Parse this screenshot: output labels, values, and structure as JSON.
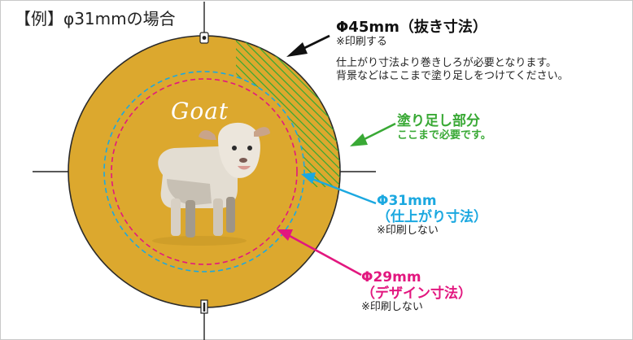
{
  "title": "【例】φ31mmの場合",
  "outer": {
    "heading": "Φ45mm（抜き寸法）",
    "note": "※印刷する",
    "body_line1": "仕上がり寸法より巻きしろが必要となります。",
    "body_line2": "背景などはここまで塗り足しをつけてください。"
  },
  "bleed": {
    "heading": "塗り足し部分",
    "sub": "ここまで必要です。"
  },
  "finish": {
    "heading": "Φ31mm",
    "sub": "（仕上がり寸法）",
    "note": "※印刷しない"
  },
  "design": {
    "heading": "Φ29mm",
    "sub": "（デザイン寸法）",
    "note": "※印刷しない"
  },
  "artwork": {
    "text": "Goat",
    "icon": "lamb-illustration"
  },
  "colors": {
    "badge_fill": "#dca82e",
    "bleed_green": "#39a935",
    "finish_blue": "#1ba8e0",
    "design_pink": "#e2177f",
    "outline": "#2a2a2a"
  }
}
